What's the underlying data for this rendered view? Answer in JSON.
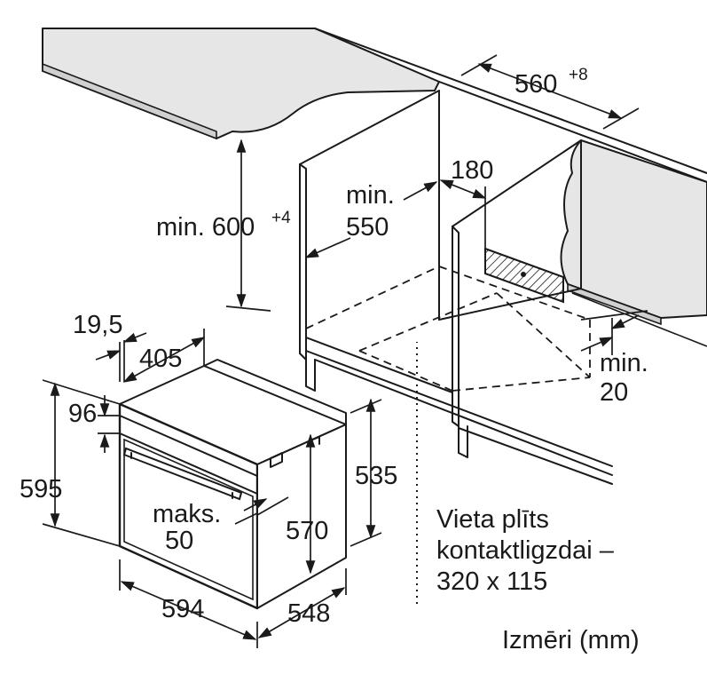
{
  "labels": {
    "width_cutout": "560",
    "width_cutout_tol": "+8",
    "min_height": "min. 600",
    "min_height_tol": "+4",
    "min_depth_min": "min.",
    "min_depth_val": "550",
    "socket_offset": "180",
    "min_gap_min": "min.",
    "min_gap_val": "20",
    "panel_thick": "19,5",
    "door_depth": "405",
    "top_gap": "96",
    "height_total": "595",
    "height_body": "535",
    "height_inner": "570",
    "max_handle_maks": "maks.",
    "max_handle_val": "50",
    "width_total": "594",
    "depth_total": "548",
    "socket_line1": "Vieta plīts",
    "socket_line2": "kontaktligzdai –",
    "socket_line3": "320 x 115",
    "units": "Izmēri (mm)"
  },
  "colors": {
    "line": "#1a1a1a",
    "worktop": "#e6e6e6",
    "oven": "#ffffff",
    "hatch": "#1a1a1a"
  }
}
